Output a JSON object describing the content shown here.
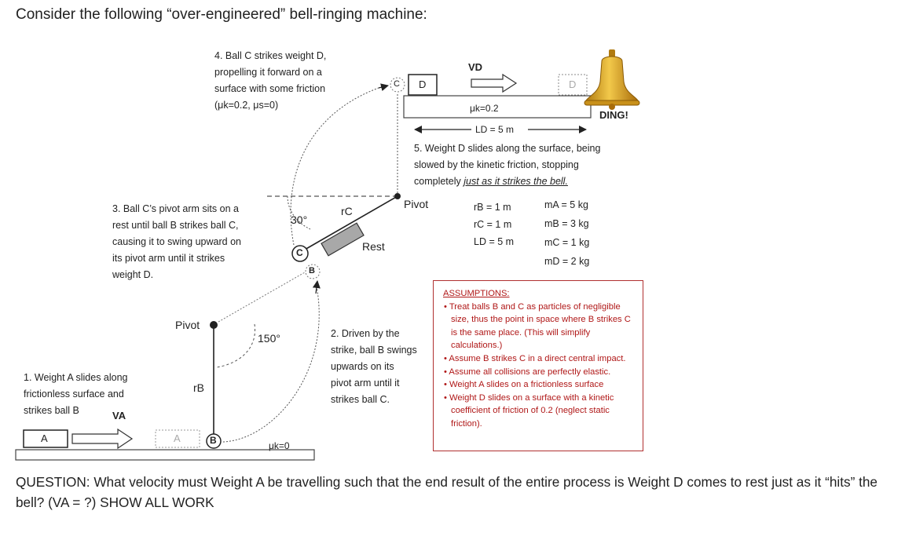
{
  "title": "Consider the following “over-engineered” bell-ringing machine:",
  "step1": [
    "1. Weight A slides along",
    "frictionless surface and",
    "strikes ball B"
  ],
  "step2": [
    "2. Driven by the",
    "strike, ball B swings",
    "upwards on its",
    "pivot arm until it",
    "strikes ball C."
  ],
  "step3": [
    "3. Ball C’s pivot arm sits on a",
    "rest until ball B strikes ball C,",
    "causing it to swing upward on",
    "its pivot arm until it strikes",
    "weight D."
  ],
  "step4": [
    "4. Ball C strikes weight D,",
    "propelling it forward on a",
    "surface with some friction",
    "(μk=0.2, μs=0)"
  ],
  "step5": [
    "5. Weight D slides along the surface, being",
    "slowed by the kinetic friction, stopping",
    "completely "
  ],
  "step5_underlined": "just as it strikes the bell.",
  "labels": {
    "pivot_lower": "Pivot",
    "pivot_upper": "Pivot",
    "angle_150": "150°",
    "angle_30": "30°",
    "rb": "rB",
    "rc": "rC",
    "rest": "Rest",
    "va": "VA",
    "vd": "VD",
    "mu_bottom": "μk=0",
    "mu_top": "μk=0.2",
    "ld": "LD = 5 m",
    "ding": "DING!",
    "block_a": "A",
    "block_a_ghost": "A",
    "ball_b": "B",
    "ball_b_top": "B",
    "ball_c": "C",
    "ball_c_top": "C",
    "block_d": "D",
    "block_d_ghost": "D"
  },
  "given": {
    "radii": [
      "rB = 1 m",
      "rC = 1 m",
      "LD = 5 m"
    ],
    "masses": [
      "mA = 5 kg",
      "mB = 3 kg",
      "mC = 1 kg",
      "mD = 2 kg"
    ]
  },
  "assumptions": {
    "heading": "ASSUMPTIONS:",
    "items": [
      "Treat balls B and C as particles of negligible size, thus the point in space where B strikes C is the same place. (This will simplify calculations.)",
      "Assume B strikes C in a direct central impact.",
      "Assume all collisions are perfectly elastic.",
      "Weight A slides on a frictionless surface",
      "Weight D slides on a surface with a kinetic coefficient of friction of 0.2 (neglect static friction)."
    ]
  },
  "question": "QUESTION: What velocity must Weight A be travelling such that the end result of the entire process is Weight D comes to rest just as it “hits” the bell? (VA = ?) SHOW ALL WORK",
  "colors": {
    "assumption_red": "#b01818",
    "bell_gold": "#d9a21c",
    "rest_gray": "#a8a8a8"
  }
}
